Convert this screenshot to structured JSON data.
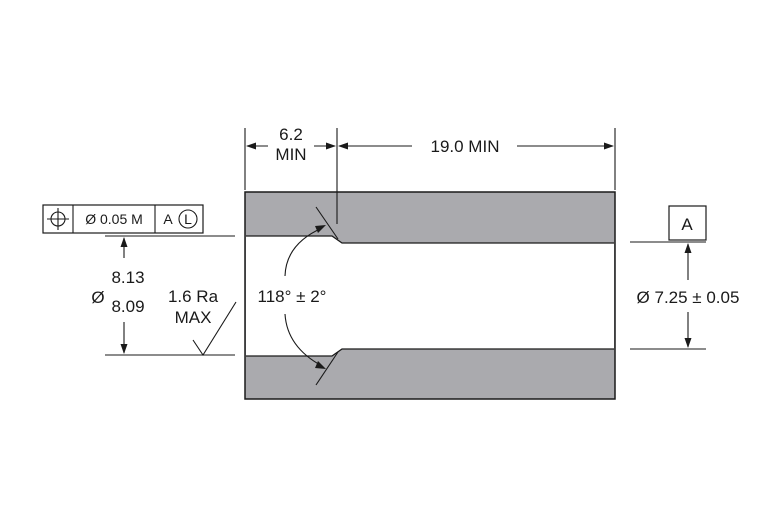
{
  "dimensions": {
    "counterbore_depth_line1": "6.2",
    "counterbore_depth_line2": "MIN",
    "overall_length": "19.0 MIN",
    "bore_diameter_symbol": "Ø",
    "bore_diameter_upper": "8.13",
    "bore_diameter_lower": "8.09",
    "surface_finish_line1": "1.6 Ra",
    "surface_finish_line2": "MAX",
    "drill_angle": "118° ± 2°",
    "outer_diameter": "Ø 7.25 ± 0.05"
  },
  "feature_control_frame": {
    "symbol": "position-icon",
    "tolerance": "Ø 0.05 M",
    "datum": "A",
    "modifier": "L"
  },
  "datum_feature": {
    "label": "A"
  }
}
